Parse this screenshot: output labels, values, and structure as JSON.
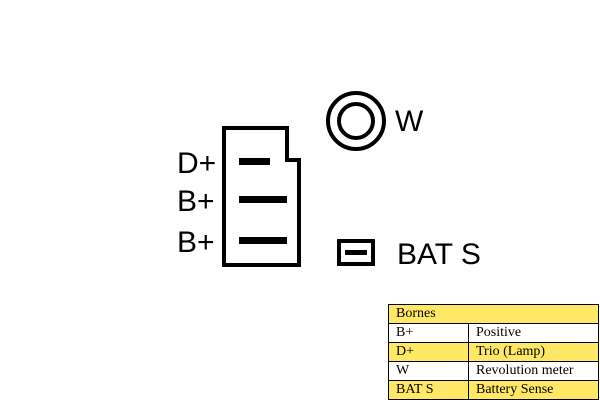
{
  "diagram": {
    "connector_pins": [
      "D+",
      "B+",
      "B+"
    ],
    "w_terminal_label": "W",
    "bat_s_label": "BAT S"
  },
  "legend": {
    "title": "Bornes",
    "rows": [
      {
        "code": "B+",
        "desc": "Positive"
      },
      {
        "code": "D+",
        "desc": "Trio (Lamp)"
      },
      {
        "code": "W",
        "desc": "Revolution meter"
      },
      {
        "code": "BAT S",
        "desc": "Battery Sense"
      }
    ]
  },
  "colors": {
    "highlight": "#ffe866",
    "line": "#000000"
  }
}
